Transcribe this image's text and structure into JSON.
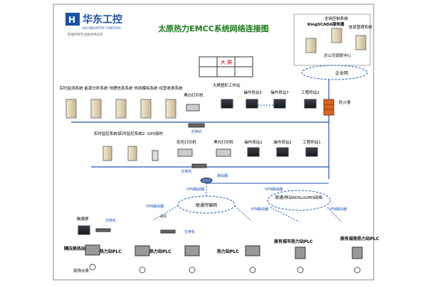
{
  "brand": {
    "name_cn": "华东工控",
    "name_en": "HD INDUSTRY CONTROL",
    "tagline": "智能控制专业服务供应商"
  },
  "title": "太原热力EMCC系统网络连接图",
  "big_screen_label": "大 屏",
  "servers": [
    {
      "label": "实时监测系统"
    },
    {
      "label": "能源分析系统"
    },
    {
      "label": "地理信息系统"
    },
    {
      "label": "热网模拟系统"
    },
    {
      "label": "经营收费系统"
    }
  ],
  "top_right": {
    "kingscada": "KingSCADA服务器",
    "quanwang": "全网控制系统",
    "xinxi": "信息管理系统",
    "center": "总公司调度中心",
    "enterprise_net": "企业网",
    "firewall": "防火墙"
  },
  "row1": {
    "printer": "黑白打印机",
    "workstation": "大屏图形工作站",
    "op3": "操作员站3",
    "op7": "操作员站7",
    "eng2": "工程师站2",
    "switch": "交换机"
  },
  "row2": {
    "rt1": "实时监控系统1",
    "rt2": "实时监控系统2",
    "gps": "GPS授时",
    "color_printer": "彩色打印机",
    "bw_printer": "黑白打印机",
    "op1": "操作员站1",
    "op2": "操作员站2",
    "eng1": "工程师站1",
    "switch": "交换机",
    "router": "路由器"
  },
  "network": {
    "unicom": "联通传输网",
    "adsl": "联通/移动ADSL/GPRS网络",
    "vpn": "VPN路由器",
    "fiber": "光纤"
  },
  "field": {
    "touch": "触摸屏",
    "switch": "交换机",
    "station_a": "隔压换热站PLC",
    "heat_plc": "热力站PLC",
    "yuan_plc": "原有城市热力站PLC",
    "yuan_south": "原有城南热力站PLC",
    "meters": "现场仪表"
  },
  "colors": {
    "line": "#2255bb",
    "title": "#1a7a1a",
    "brand": "#1a52a8",
    "firewall": "#d9641e"
  }
}
